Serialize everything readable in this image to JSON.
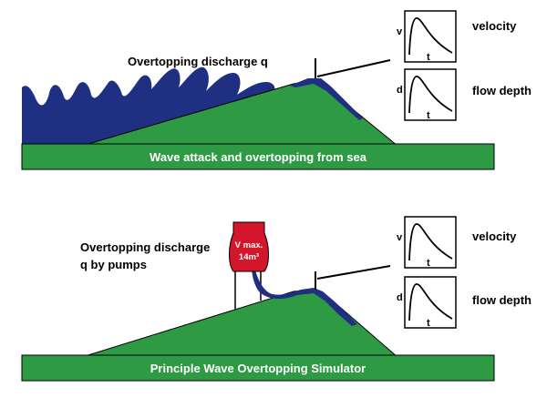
{
  "colors": {
    "ground": "#2e9a44",
    "water": "#1f2f82",
    "tank": "#d3162b",
    "outline": "#000000",
    "text_on_ground": "#ffffff",
    "text_on_tank": "#ffffff"
  },
  "top_scene": {
    "discharge_label": "Overtopping discharge q",
    "base_label": "Wave attack and overtopping from sea"
  },
  "bottom_scene": {
    "discharge_label_line1": "Overtopping discharge",
    "discharge_label_line2": "q by pumps",
    "tank_line1": "V max.",
    "tank_line2": "14m³",
    "base_label": "Principle Wave Overtopping Simulator"
  },
  "graphs": {
    "velocity": {
      "y_axis": "v",
      "x_axis": "t",
      "label": "velocity"
    },
    "flow_depth": {
      "y_axis": "d",
      "x_axis": "t",
      "label": "flow depth"
    }
  }
}
